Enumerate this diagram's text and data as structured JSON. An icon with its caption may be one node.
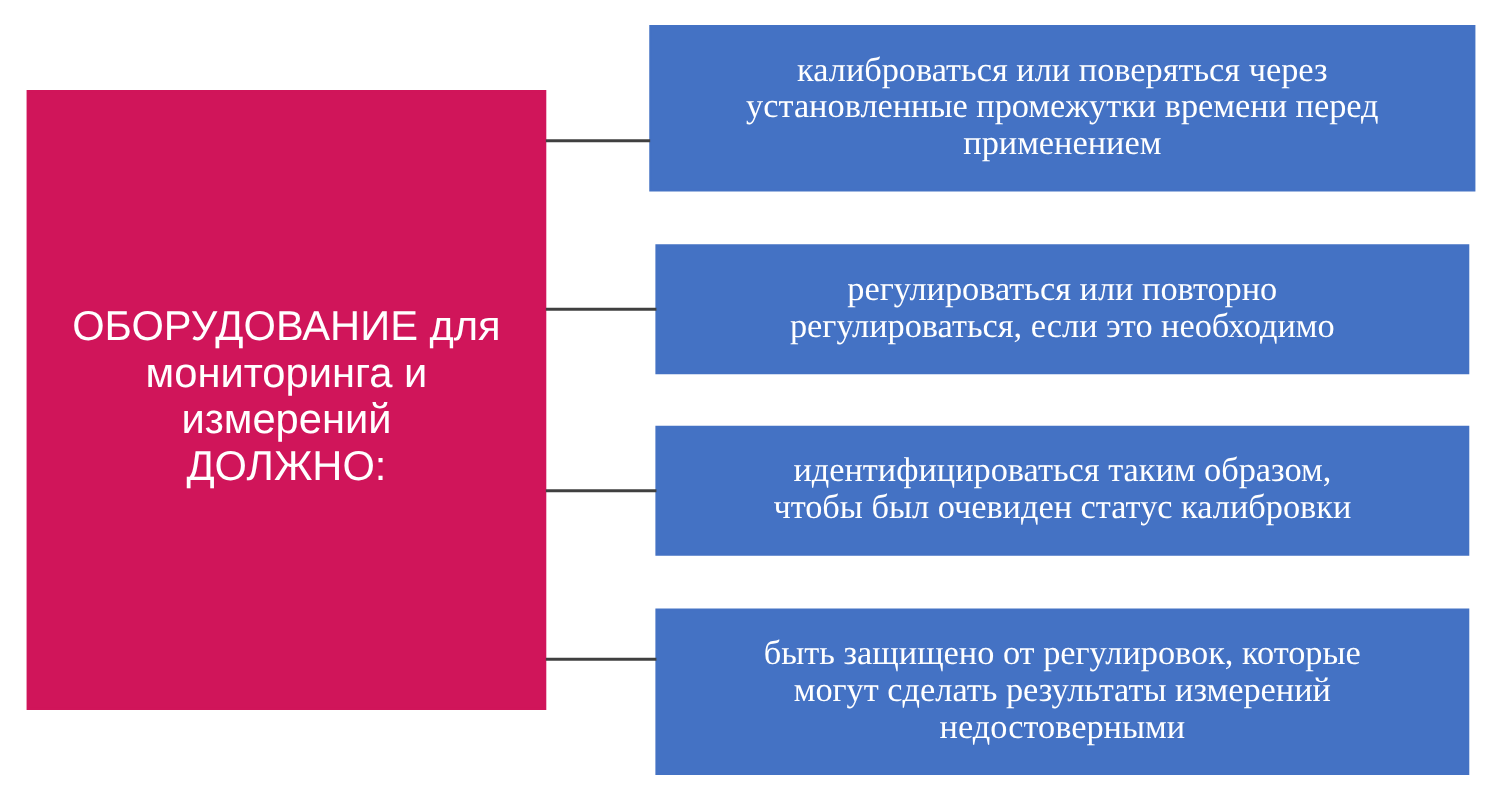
{
  "diagram": {
    "nodes": [
      {
        "text": [
          "ОБОРУДОВАНИЕ для мониторинга и измерений ДОЛЖНО:"
        ]
      },
      {
        "text": [
          "калиброваться или поверяться через установленные промежутки времени перед применением"
        ]
      },
      {
        "text": [
          "регулироваться или повторно регулироваться, если это необходимо"
        ]
      },
      {
        "text": [
          "идентифицироваться таким образом, чтобы был очевиден статус калибровки"
        ]
      },
      {
        "text": [
          "быть защищено от регулировок, которые могут сделать результаты измерений недостоверными"
        ]
      }
    ],
    "edges": [
      {
        "from": 0,
        "to": 1,
        "arrow": "none"
      },
      {
        "from": 0,
        "to": 2,
        "arrow": "none"
      },
      {
        "from": 0,
        "to": 3,
        "arrow": "none"
      },
      {
        "from": 0,
        "to": 4,
        "arrow": "none"
      }
    ]
  }
}
